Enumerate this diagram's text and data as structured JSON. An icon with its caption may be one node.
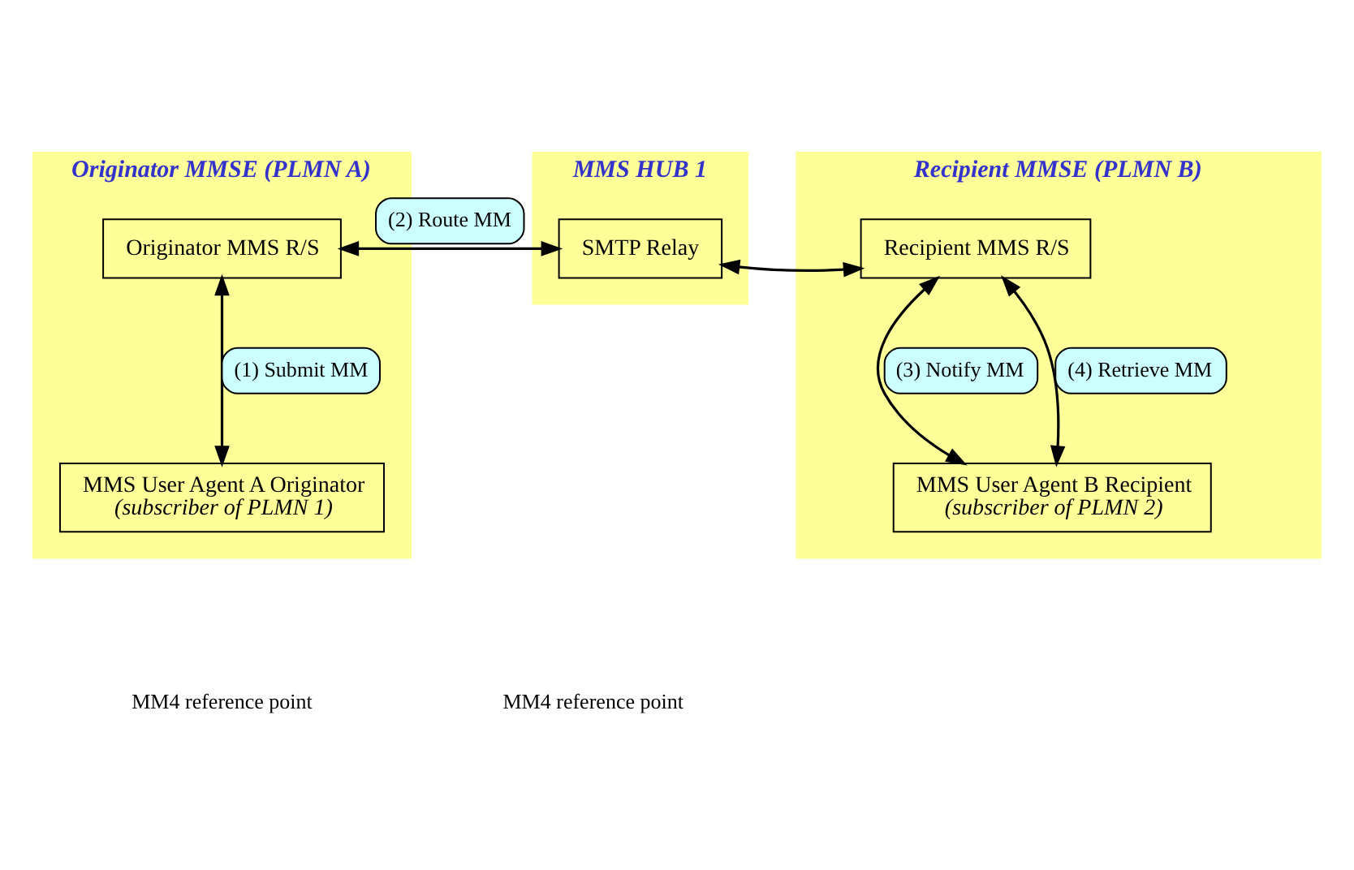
{
  "diagram": {
    "nodes": [
      {
        "text": [
          "Originator MMSE (PLMN A)"
        ]
      },
      {
        "text": [
          "Originator MMS R/S"
        ],
        "in": 0
      },
      {
        "text": [
          "MMS User Agent A Originator",
          "(subscriber of PLMN 1)"
        ],
        "in": 0
      },
      {
        "text": [
          "MMS HUB 1"
        ]
      },
      {
        "text": [
          "SMTP Relay"
        ],
        "in": 3
      },
      {
        "text": [
          "Recipient MMSE (PLMN B)"
        ]
      },
      {
        "text": [
          "Recipient MMS R/S"
        ],
        "in": 5
      },
      {
        "text": [
          "MMS User Agent B Recipient",
          "(subscriber of PLMN 2)"
        ],
        "in": 5
      }
    ],
    "edges": [
      {
        "from": 1,
        "to": 4,
        "arrow": "both",
        "label": "(2) Route MM"
      },
      {
        "from": 4,
        "to": 6,
        "arrow": "both"
      },
      {
        "from": 1,
        "to": 2,
        "arrow": "both",
        "label": "(1) Submit MM"
      },
      {
        "from": 6,
        "to": 7,
        "arrow": "both",
        "label": "(3) Notify MM"
      },
      {
        "from": 7,
        "to": 6,
        "arrow": "both",
        "label": "(4) Retrieve MM"
      }
    ],
    "labels": [
      "MM4 reference point",
      "MM4 reference point"
    ]
  }
}
